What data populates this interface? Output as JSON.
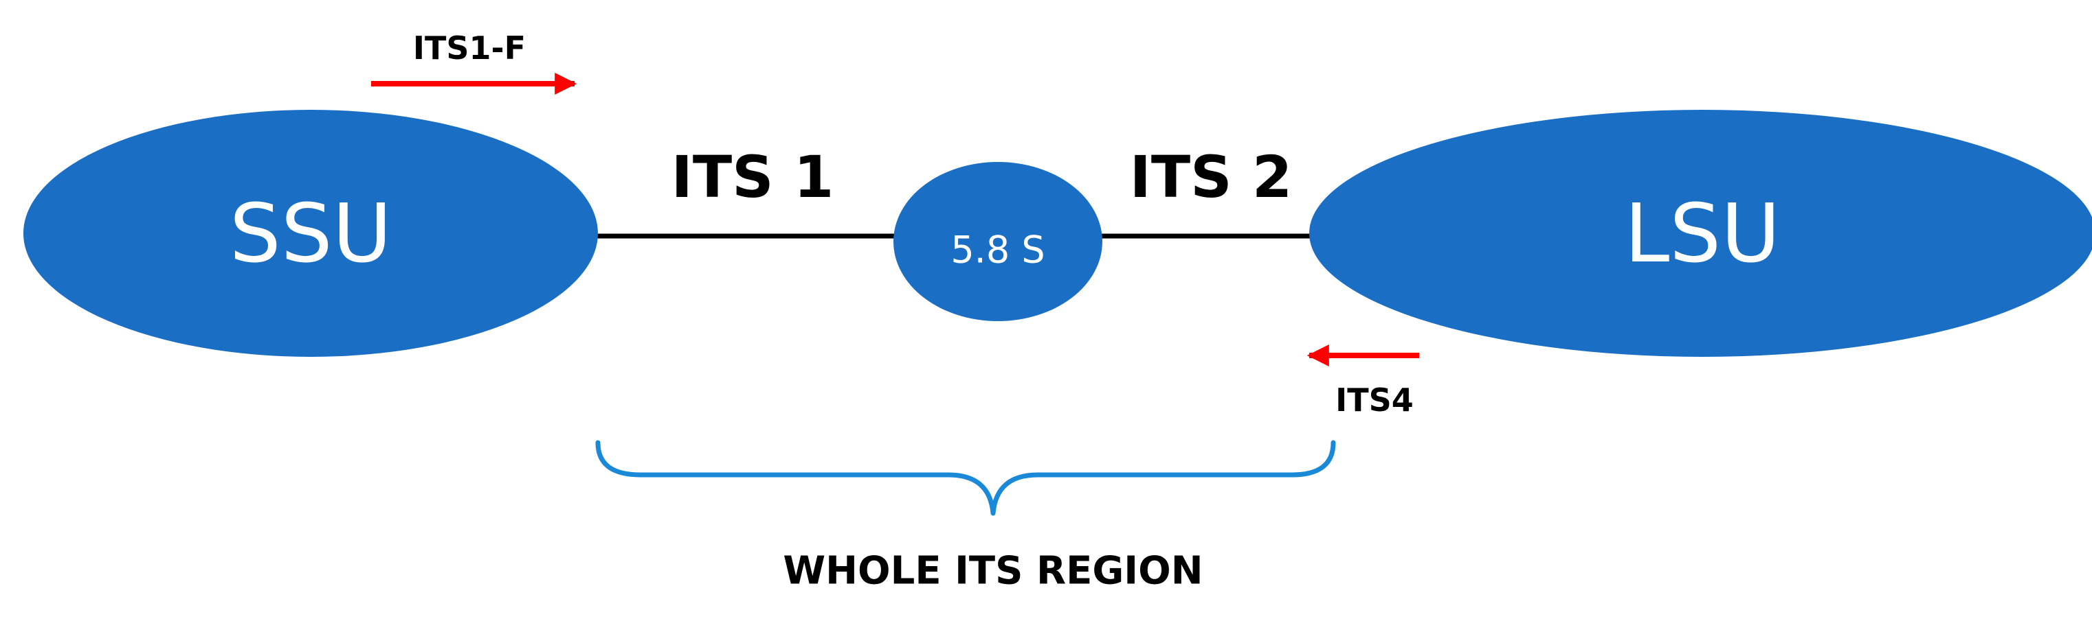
{
  "labels": {
    "ssu": "SSU",
    "lsu": "LSU",
    "s58": "5.8 S",
    "its1": "ITS 1",
    "its2": "ITS 2",
    "primer_forward": "ITS1-F",
    "primer_reverse": "ITS4",
    "whole_region": "WHOLE ITS REGION"
  },
  "colors": {
    "subunit_fill": "#1a6fc4",
    "connector_line": "#000000",
    "primer_arrow": "#ff0000",
    "brace": "#1a8ad8",
    "label_text": "#000000",
    "shape_text": "#ffffff"
  }
}
